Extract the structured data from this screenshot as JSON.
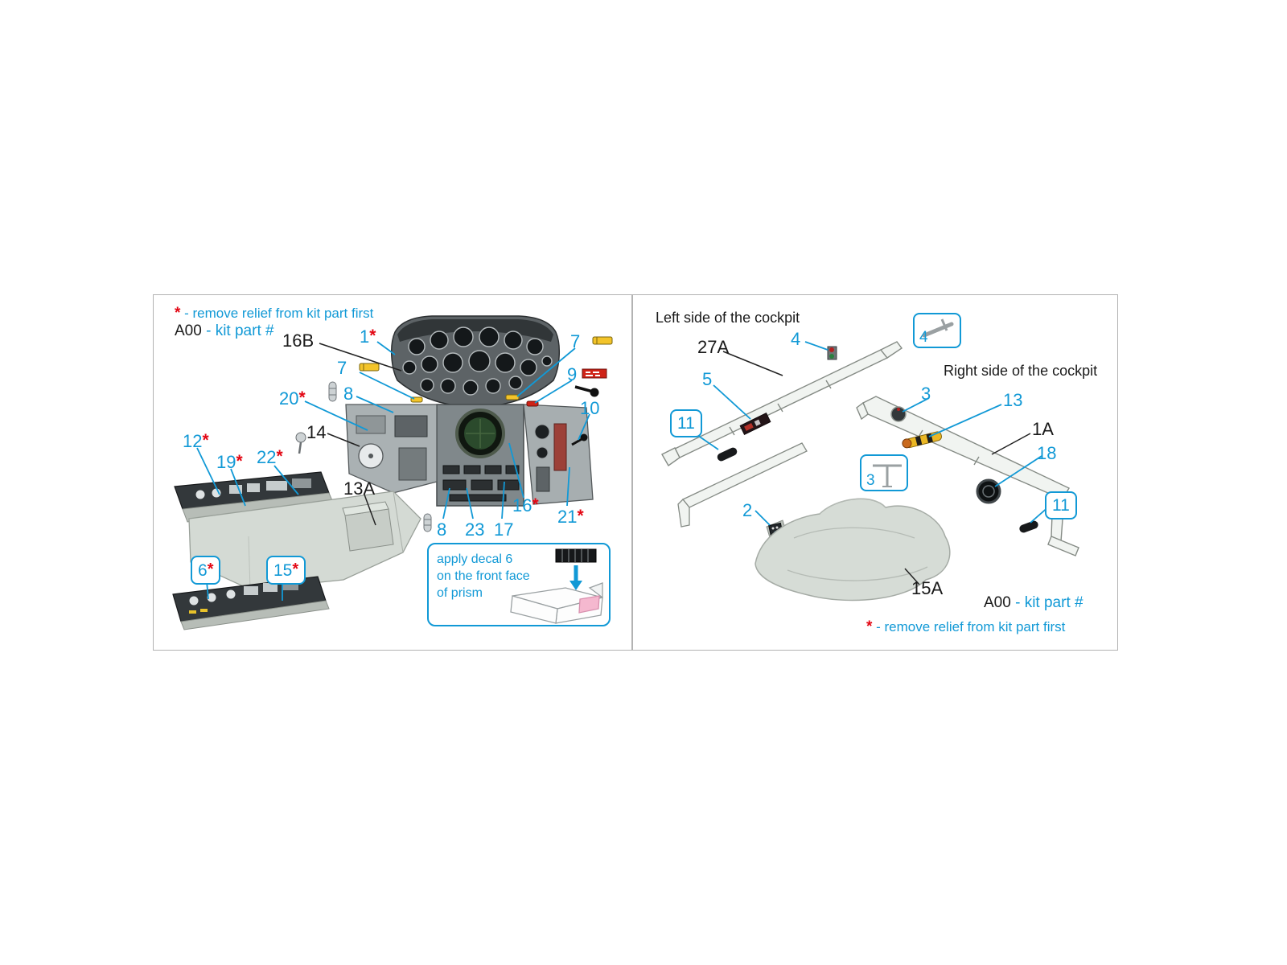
{
  "colors": {
    "callout_blue": "#1199d6",
    "asterisk_red": "#e30613",
    "part_gray": "#d4dad4",
    "decal_yellow": "#f3c42a",
    "decal_red": "#cf2317"
  },
  "left_panel": {
    "legend": {
      "asterisk": "*",
      "text": "- remove relief from kit part first"
    },
    "kit_note": {
      "code": "A00",
      "text": "- kit part #"
    },
    "callouts": {
      "n16B": {
        "label": "16B"
      },
      "n1": {
        "label": "1",
        "asterisk": "*"
      },
      "n7a": {
        "label": "7"
      },
      "n7b": {
        "label": "7"
      },
      "n9": {
        "label": "9"
      },
      "n10": {
        "label": "10"
      },
      "n8a": {
        "label": "8"
      },
      "n20": {
        "label": "20",
        "asterisk": "*"
      },
      "n14": {
        "label": "14"
      },
      "n12": {
        "label": "12",
        "asterisk": "*"
      },
      "n19": {
        "label": "19",
        "asterisk": "*"
      },
      "n22": {
        "label": "22",
        "asterisk": "*"
      },
      "n13A": {
        "label": "13A"
      },
      "n16": {
        "label": "16",
        "asterisk": "*"
      },
      "n21": {
        "label": "21",
        "asterisk": "*"
      },
      "n8b": {
        "label": "8"
      },
      "n23": {
        "label": "23"
      },
      "n17": {
        "label": "17"
      },
      "n6": {
        "label": "6",
        "asterisk": "*"
      },
      "n15": {
        "label": "15",
        "asterisk": "*"
      }
    },
    "decal_note": {
      "line1": "apply decal 6",
      "line2": "on the front face",
      "line3": "of prism"
    }
  },
  "right_panel": {
    "left_side_title": "Left side of the cockpit",
    "right_side_title": "Right side of the cockpit",
    "callouts": {
      "n27A": {
        "label": "27A"
      },
      "n4": {
        "label": "4"
      },
      "n4box": {
        "label": "4"
      },
      "n5": {
        "label": "5"
      },
      "n11L": {
        "label": "11"
      },
      "n3": {
        "label": "3"
      },
      "n3box": {
        "label": "3"
      },
      "n13": {
        "label": "13"
      },
      "n1A": {
        "label": "1A"
      },
      "n18": {
        "label": "18"
      },
      "n11R": {
        "label": "11"
      },
      "n2": {
        "label": "2"
      },
      "n15A": {
        "label": "15A"
      }
    },
    "kit_note": {
      "code": "A00",
      "text": "- kit part #"
    },
    "legend": {
      "asterisk": "*",
      "text": "- remove relief from kit part first"
    }
  }
}
